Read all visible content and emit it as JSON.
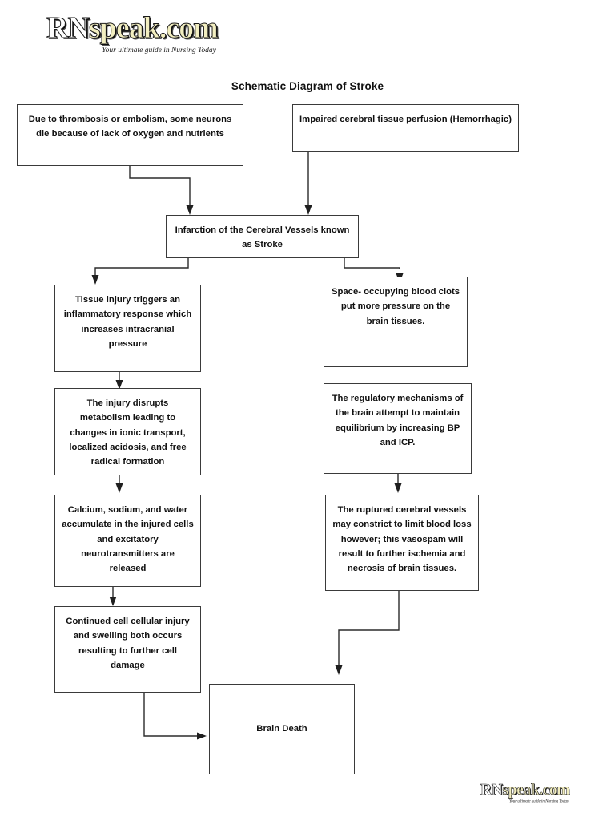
{
  "page": {
    "title": "Schematic Diagram of Stroke"
  },
  "logo": {
    "part1": "RN",
    "part2": "speak.com",
    "tagline": "Your ultimate guide in Nursing Today"
  },
  "flowchart": {
    "type": "flowchart",
    "nodes": [
      {
        "id": "thrombosis",
        "label": "Due to thrombosis or embolism, some neurons die because of lack of oxygen and nutrients"
      },
      {
        "id": "hemorrhagic",
        "label": "Impaired cerebral tissue perfusion (Hemorrhagic)"
      },
      {
        "id": "infarction",
        "label": "Infarction of the Cerebral Vessels known as Stroke"
      },
      {
        "id": "tissue-injury",
        "label": "Tissue injury triggers an inflammatory response which increases intracranial pressure"
      },
      {
        "id": "blood-clots",
        "label": "Space- occupying blood clots put more pressure on the brain tissues."
      },
      {
        "id": "metabolism",
        "label": "The injury disrupts metabolism leading to changes in ionic transport, localized acidosis, and free radical formation"
      },
      {
        "id": "regulatory",
        "label": "The regulatory mechanisms of the brain attempt to maintain equilibrium by increasing BP and ICP."
      },
      {
        "id": "calcium",
        "label": "Calcium, sodium, and water accumulate in the injured cells and excitatory neurotransmitters are released"
      },
      {
        "id": "ruptured",
        "label": "The ruptured cerebral vessels may constrict to limit blood loss however; this vasospam will result to further ischemia and necrosis of brain tissues."
      },
      {
        "id": "continued",
        "label": "Continued cell cellular injury and swelling both occurs resulting to further cell damage"
      },
      {
        "id": "brain-death",
        "label": "Brain Death"
      }
    ],
    "edges": [
      {
        "from": "thrombosis",
        "to": "infarction"
      },
      {
        "from": "hemorrhagic",
        "to": "infarction"
      },
      {
        "from": "infarction",
        "to": "tissue-injury"
      },
      {
        "from": "infarction",
        "to": "blood-clots"
      },
      {
        "from": "tissue-injury",
        "to": "metabolism"
      },
      {
        "from": "metabolism",
        "to": "calcium"
      },
      {
        "from": "regulatory",
        "to": "ruptured"
      },
      {
        "from": "calcium",
        "to": "continued"
      },
      {
        "from": "continued",
        "to": "brain-death"
      },
      {
        "from": "ruptured",
        "to": "brain-death"
      }
    ]
  }
}
